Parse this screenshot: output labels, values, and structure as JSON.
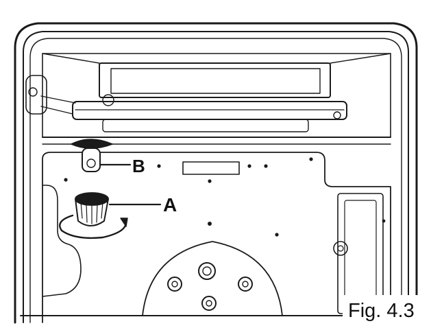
{
  "callouts": {
    "a": "A",
    "b": "B"
  },
  "caption": "Fig. 4.3",
  "colors": {
    "line": "#1a1a1a",
    "background": "#ffffff",
    "shade": "#d9d9d9"
  }
}
